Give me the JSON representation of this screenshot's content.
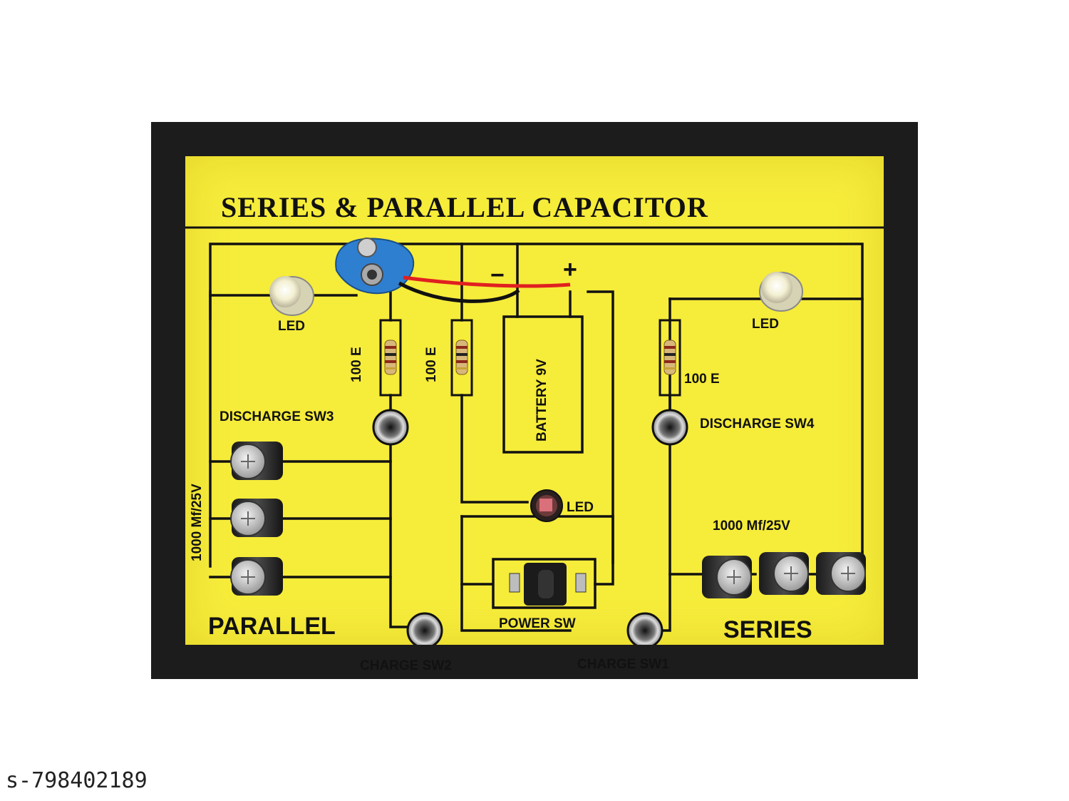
{
  "board": {
    "title": "SERIES & PARALLEL CAPACITOR",
    "parallel_label": "PARALLEL",
    "series_label": "SERIES",
    "led_left": "LED",
    "led_right": "LED",
    "led_center": "LED",
    "resistor_1": "100 E",
    "resistor_2": "100 E",
    "resistor_3": "100 E",
    "discharge_sw3": "DISCHARGE SW3",
    "discharge_sw4": "DISCHARGE SW4",
    "charge_sw2": "CHARGE SW2",
    "charge_sw1": "CHARGE SW1",
    "power_sw": "POWER SW",
    "battery": "BATTERY 9V",
    "cap_parallel": "1000 Mf/25V",
    "cap_series": "1000 Mf/25V",
    "minus_sign": "−",
    "plus_sign": "+"
  },
  "watermark": "s-798402189",
  "colors": {
    "board": "#f6ec3a",
    "frame": "#1c1c1c",
    "trace": "#111111",
    "clip": "#2f7fd0",
    "wire_red": "#e02020"
  }
}
